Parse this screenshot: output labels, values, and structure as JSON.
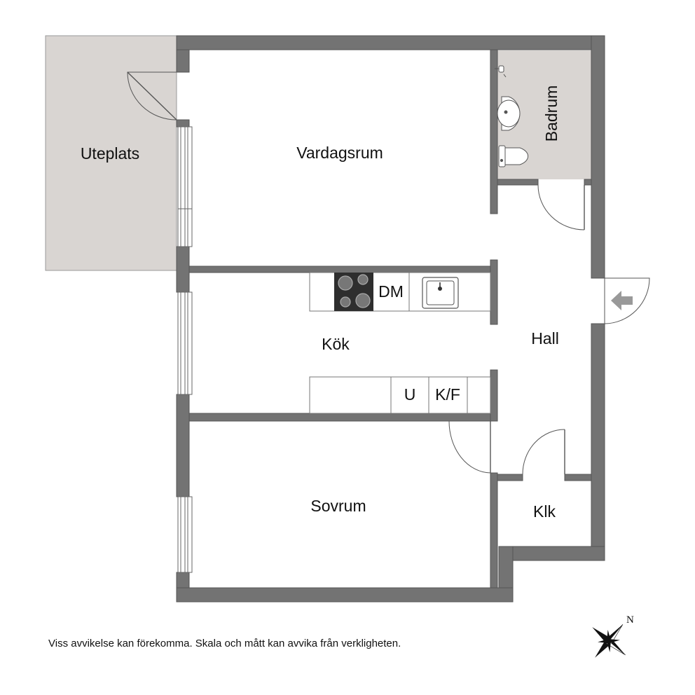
{
  "rooms": {
    "uteplats": "Uteplats",
    "vardagsrum": "Vardagsrum",
    "badrum": "Badrum",
    "kok": "Kök",
    "hall": "Hall",
    "sovrum": "Sovrum",
    "klk": "Klk"
  },
  "appliances": {
    "dishwasher": "DM",
    "fridge": "U",
    "freezer": "K/F"
  },
  "compass": {
    "north": "N"
  },
  "disclaimer": "Viss avvikelse kan förekomma. Skala och mått kan avvika från verkligheten.",
  "colors": {
    "wall": "#737373",
    "wall_edge": "#555555",
    "patio": "#d9d5d2",
    "bathroom": "#d9d5d2",
    "text": "#111111"
  }
}
